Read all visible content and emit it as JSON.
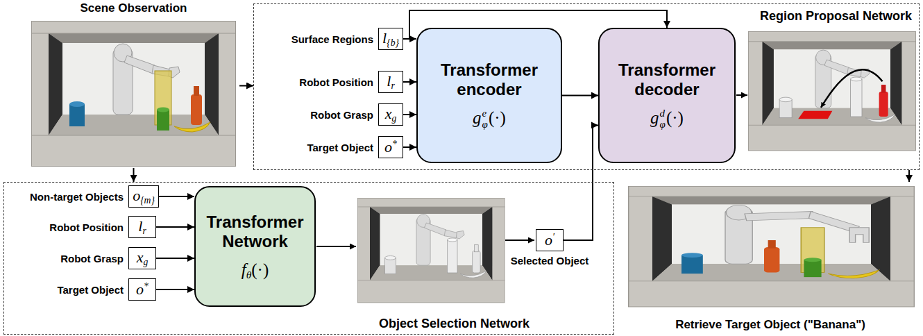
{
  "diagram": {
    "nodes": [
      {
        "text": [
          "Scene Observation"
        ]
      },
      {
        "text": [
          "Region Proposal Network"
        ]
      },
      {
        "text": [
          "Surface Regions",
          "l",
          "{b}"
        ],
        "in": 1
      },
      {
        "text": [
          "Robot Position",
          "l",
          "r"
        ],
        "in": 1
      },
      {
        "text": [
          "Robot Grasp",
          "x",
          "g"
        ],
        "in": 1
      },
      {
        "text": [
          "Target Object",
          "o",
          "*"
        ],
        "in": 1
      },
      {
        "text": [
          "Transformer encoder",
          "g",
          "e",
          "φ",
          "(·)"
        ],
        "in": 1
      },
      {
        "text": [
          "Transformer decoder",
          "g",
          "d",
          "φ",
          "(·)"
        ],
        "in": 1
      },
      {
        "text": [
          "Object Selection Network"
        ]
      },
      {
        "text": [
          "Non-target Objects",
          "o",
          "{m}"
        ],
        "in": 8
      },
      {
        "text": [
          "Robot Position",
          "l",
          "r"
        ],
        "in": 8
      },
      {
        "text": [
          "Robot Grasp",
          "x",
          "g"
        ],
        "in": 8
      },
      {
        "text": [
          "Target Object",
          "o",
          "*"
        ],
        "in": 8
      },
      {
        "text": [
          "Transformer Network",
          "f",
          "θ",
          "(·)"
        ],
        "in": 8
      },
      {
        "text": [
          "Selected Object",
          "o",
          "′"
        ],
        "in": 8
      },
      {
        "text": [
          "Retrieve Target Object (\"Banana\")"
        ]
      }
    ],
    "edges": [
      {
        "from": 0,
        "to": 1,
        "arrow": "to"
      },
      {
        "from": 0,
        "to": 8,
        "arrow": "to"
      },
      {
        "from": 2,
        "to": 6,
        "arrow": "to"
      },
      {
        "from": 3,
        "to": 6,
        "arrow": "to"
      },
      {
        "from": 4,
        "to": 6,
        "arrow": "to"
      },
      {
        "from": 5,
        "to": 6,
        "arrow": "to"
      },
      {
        "from": 6,
        "to": 7,
        "arrow": "to"
      },
      {
        "from": 2,
        "to": 7,
        "arrow": "to"
      },
      {
        "from": 9,
        "to": 13,
        "arrow": "to"
      },
      {
        "from": 10,
        "to": 13,
        "arrow": "to"
      },
      {
        "from": 11,
        "to": 13,
        "arrow": "to"
      },
      {
        "from": 12,
        "to": 13,
        "arrow": "to"
      },
      {
        "from": 14,
        "to": 7,
        "arrow": "to"
      },
      {
        "from": 1,
        "to": 15,
        "arrow": "to"
      }
    ]
  }
}
